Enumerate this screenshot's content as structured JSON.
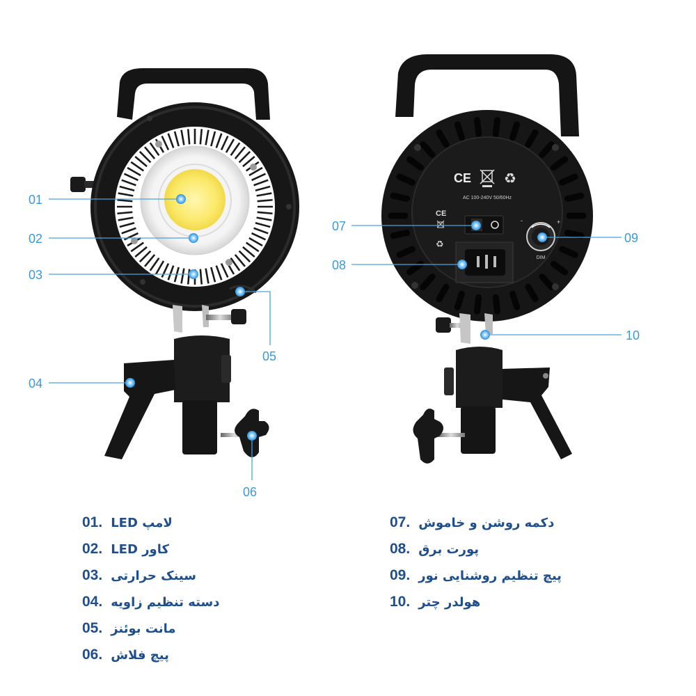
{
  "panel_text": {
    "rating": "AC 100-240V 50/60Hz",
    "ce_mark": "CE",
    "dim_label": "DIM",
    "minus": "-",
    "plus": "+"
  },
  "callouts": [
    {
      "number": "01"
    },
    {
      "number": "02"
    },
    {
      "number": "03"
    },
    {
      "number": "04"
    },
    {
      "number": "05"
    },
    {
      "number": "06"
    },
    {
      "number": "07"
    },
    {
      "number": "08"
    },
    {
      "number": "09"
    },
    {
      "number": "10"
    }
  ],
  "legend": {
    "left": [
      {
        "number": "01.",
        "text": "LED لامپ"
      },
      {
        "number": "02.",
        "text": "کاور LED"
      },
      {
        "number": "03.",
        "text": "سینک حرارتی"
      },
      {
        "number": "04.",
        "text": "دسته تنظیم زاویه"
      },
      {
        "number": "05.",
        "text": "مانت بوئنز"
      },
      {
        "number": "06.",
        "text": "پیچ فلاش"
      }
    ],
    "right": [
      {
        "number": "07.",
        "text": "دکمه روشن و خاموش"
      },
      {
        "number": "08.",
        "text": "پورت برق"
      },
      {
        "number": "09.",
        "text": "پیچ تنظیم روشنایی نور"
      },
      {
        "number": "10.",
        "text": "هولدر چتر"
      }
    ]
  },
  "colors": {
    "callout": "#3a9ad9",
    "legend_text": "#1f4e8c",
    "body": "#111111",
    "led_yellow": "#fbe96a"
  }
}
